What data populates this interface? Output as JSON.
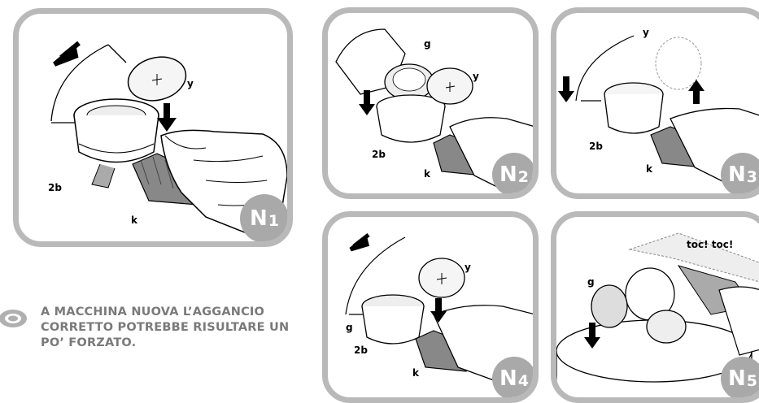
{
  "panels": [
    {
      "badge_letter": "N",
      "badge_num": "1",
      "labels": {
        "y": "y",
        "2b": "2b",
        "k": "k"
      }
    },
    {
      "badge_letter": "N",
      "badge_num": "2",
      "labels": {
        "g": "g",
        "y": "y",
        "2b": "2b",
        "k": "k"
      }
    },
    {
      "badge_letter": "N",
      "badge_num": "3",
      "labels": {
        "y": "y",
        "2b": "2b",
        "k": "k"
      }
    },
    {
      "badge_letter": "N",
      "badge_num": "4",
      "labels": {
        "y": "y",
        "g": "g",
        "2b": "2b",
        "k": "k"
      }
    },
    {
      "badge_letter": "N",
      "badge_num": "5",
      "labels": {
        "g": "g",
        "sound": "toc! toc!"
      }
    }
  ],
  "note": {
    "icon": "warning-pill-icon",
    "text": "A MACCHINA NUOVA L’AGGANCIO CORRETTO POTREBBE RISULTARE UN PO’ FORZATO."
  },
  "colors": {
    "frame": "#b9b9b9",
    "badge": "#a9a9a9",
    "note_text": "#7a7a7a"
  }
}
